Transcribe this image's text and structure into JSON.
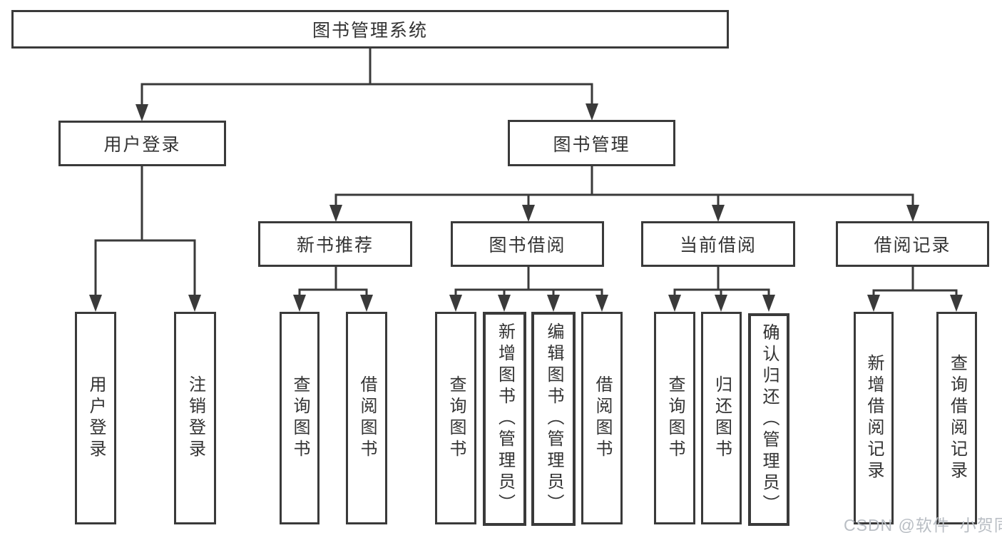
{
  "tree": {
    "label": "图书管理系统",
    "children": [
      {
        "label": "用户登录",
        "children": [
          {
            "label": "用户登录"
          },
          {
            "label": "注销登录"
          }
        ]
      },
      {
        "label": "图书管理",
        "children": [
          {
            "label": "新书推荐",
            "children": [
              {
                "label": "查询图书"
              },
              {
                "label": "借阅图书"
              }
            ]
          },
          {
            "label": "图书借阅",
            "children": [
              {
                "label": "查询图书"
              },
              {
                "label": "新增图书（管理员）"
              },
              {
                "label": "编辑图书（管理员）"
              },
              {
                "label": "借阅图书"
              }
            ]
          },
          {
            "label": "当前借阅",
            "children": [
              {
                "label": "查询图书"
              },
              {
                "label": "归还图书"
              },
              {
                "label": "确认归还（管理员）"
              }
            ]
          },
          {
            "label": "借阅记录",
            "children": [
              {
                "label": "新增借阅记录"
              },
              {
                "label": "查询借阅记录"
              }
            ]
          }
        ]
      }
    ]
  },
  "watermark": "CSDN @软件_小贺同学",
  "colors": {
    "line": "#3a3a3a",
    "text": "#333333",
    "watermark": "#b9bec4",
    "background": "#ffffff"
  }
}
